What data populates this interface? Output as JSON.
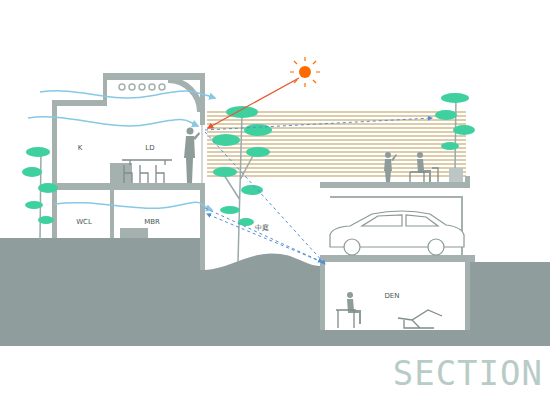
{
  "diagram": {
    "title": "SECTION",
    "labels": [
      "K",
      "LD",
      "WCL",
      "MBR",
      "中庭",
      "DEN"
    ]
  }
}
